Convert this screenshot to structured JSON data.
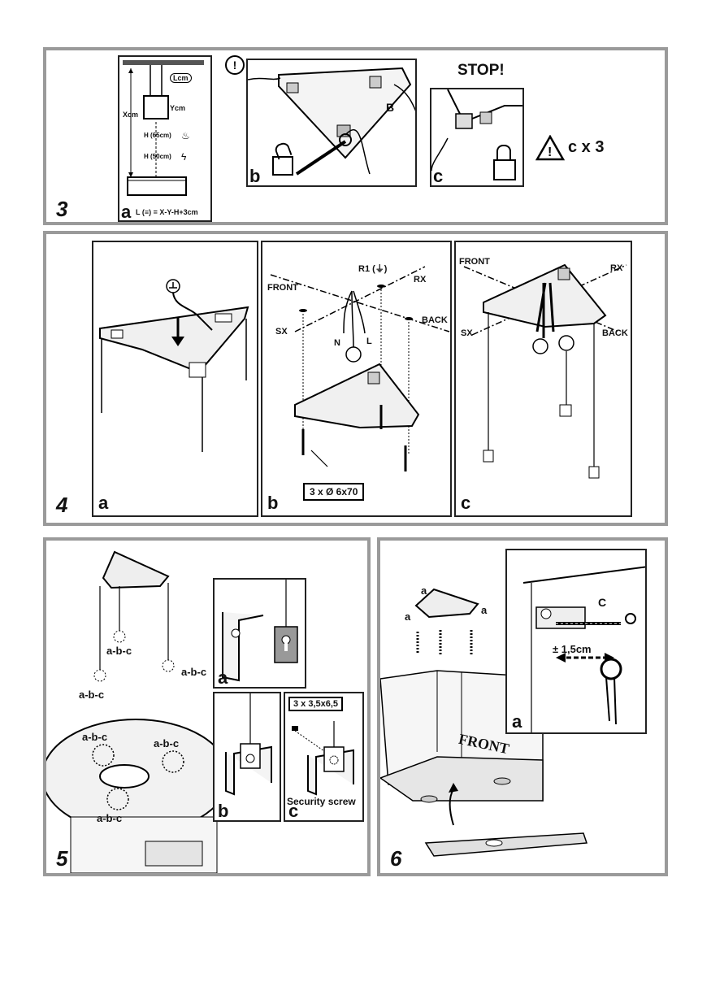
{
  "step3": {
    "number": "3",
    "a": {
      "letter": "a",
      "lcm": "Lcm",
      "ycm": "Ycm",
      "xcm": "Xcm",
      "h65": "H (65cm)",
      "h50": "H (50cm)",
      "formula": "L (",
      "formula_sym": "≡",
      "formula_end": ") = X-Y-H+3cm",
      "warn": "!"
    },
    "b": {
      "letter": "b",
      "label_b": "B"
    },
    "c": {
      "letter": "c",
      "stop": "STOP!",
      "times": "c x 3"
    }
  },
  "step4": {
    "number": "4",
    "a": {
      "letter": "a"
    },
    "b": {
      "letter": "b",
      "r1": "R1 (",
      "r1_end": ")",
      "front": "FRONT",
      "rx": "RX",
      "sx": "SX",
      "back": "BACK",
      "n": "N",
      "l": "L",
      "screws": "3 x Ø 6x70"
    },
    "c": {
      "letter": "c",
      "front": "FRONT",
      "rx": "RX",
      "sx": "SX",
      "back": "BACK"
    }
  },
  "step5": {
    "number": "5",
    "abc": "a-b-c",
    "a": {
      "letter": "a"
    },
    "b": {
      "letter": "b"
    },
    "c": {
      "letter": "c",
      "screws": "3 x 3,5x6,5",
      "security": "Security screw"
    }
  },
  "step6": {
    "number": "6",
    "a_mark": "a",
    "front": "FRONT",
    "a": {
      "letter": "a",
      "c": "C",
      "dist": "± 1,5cm"
    }
  }
}
